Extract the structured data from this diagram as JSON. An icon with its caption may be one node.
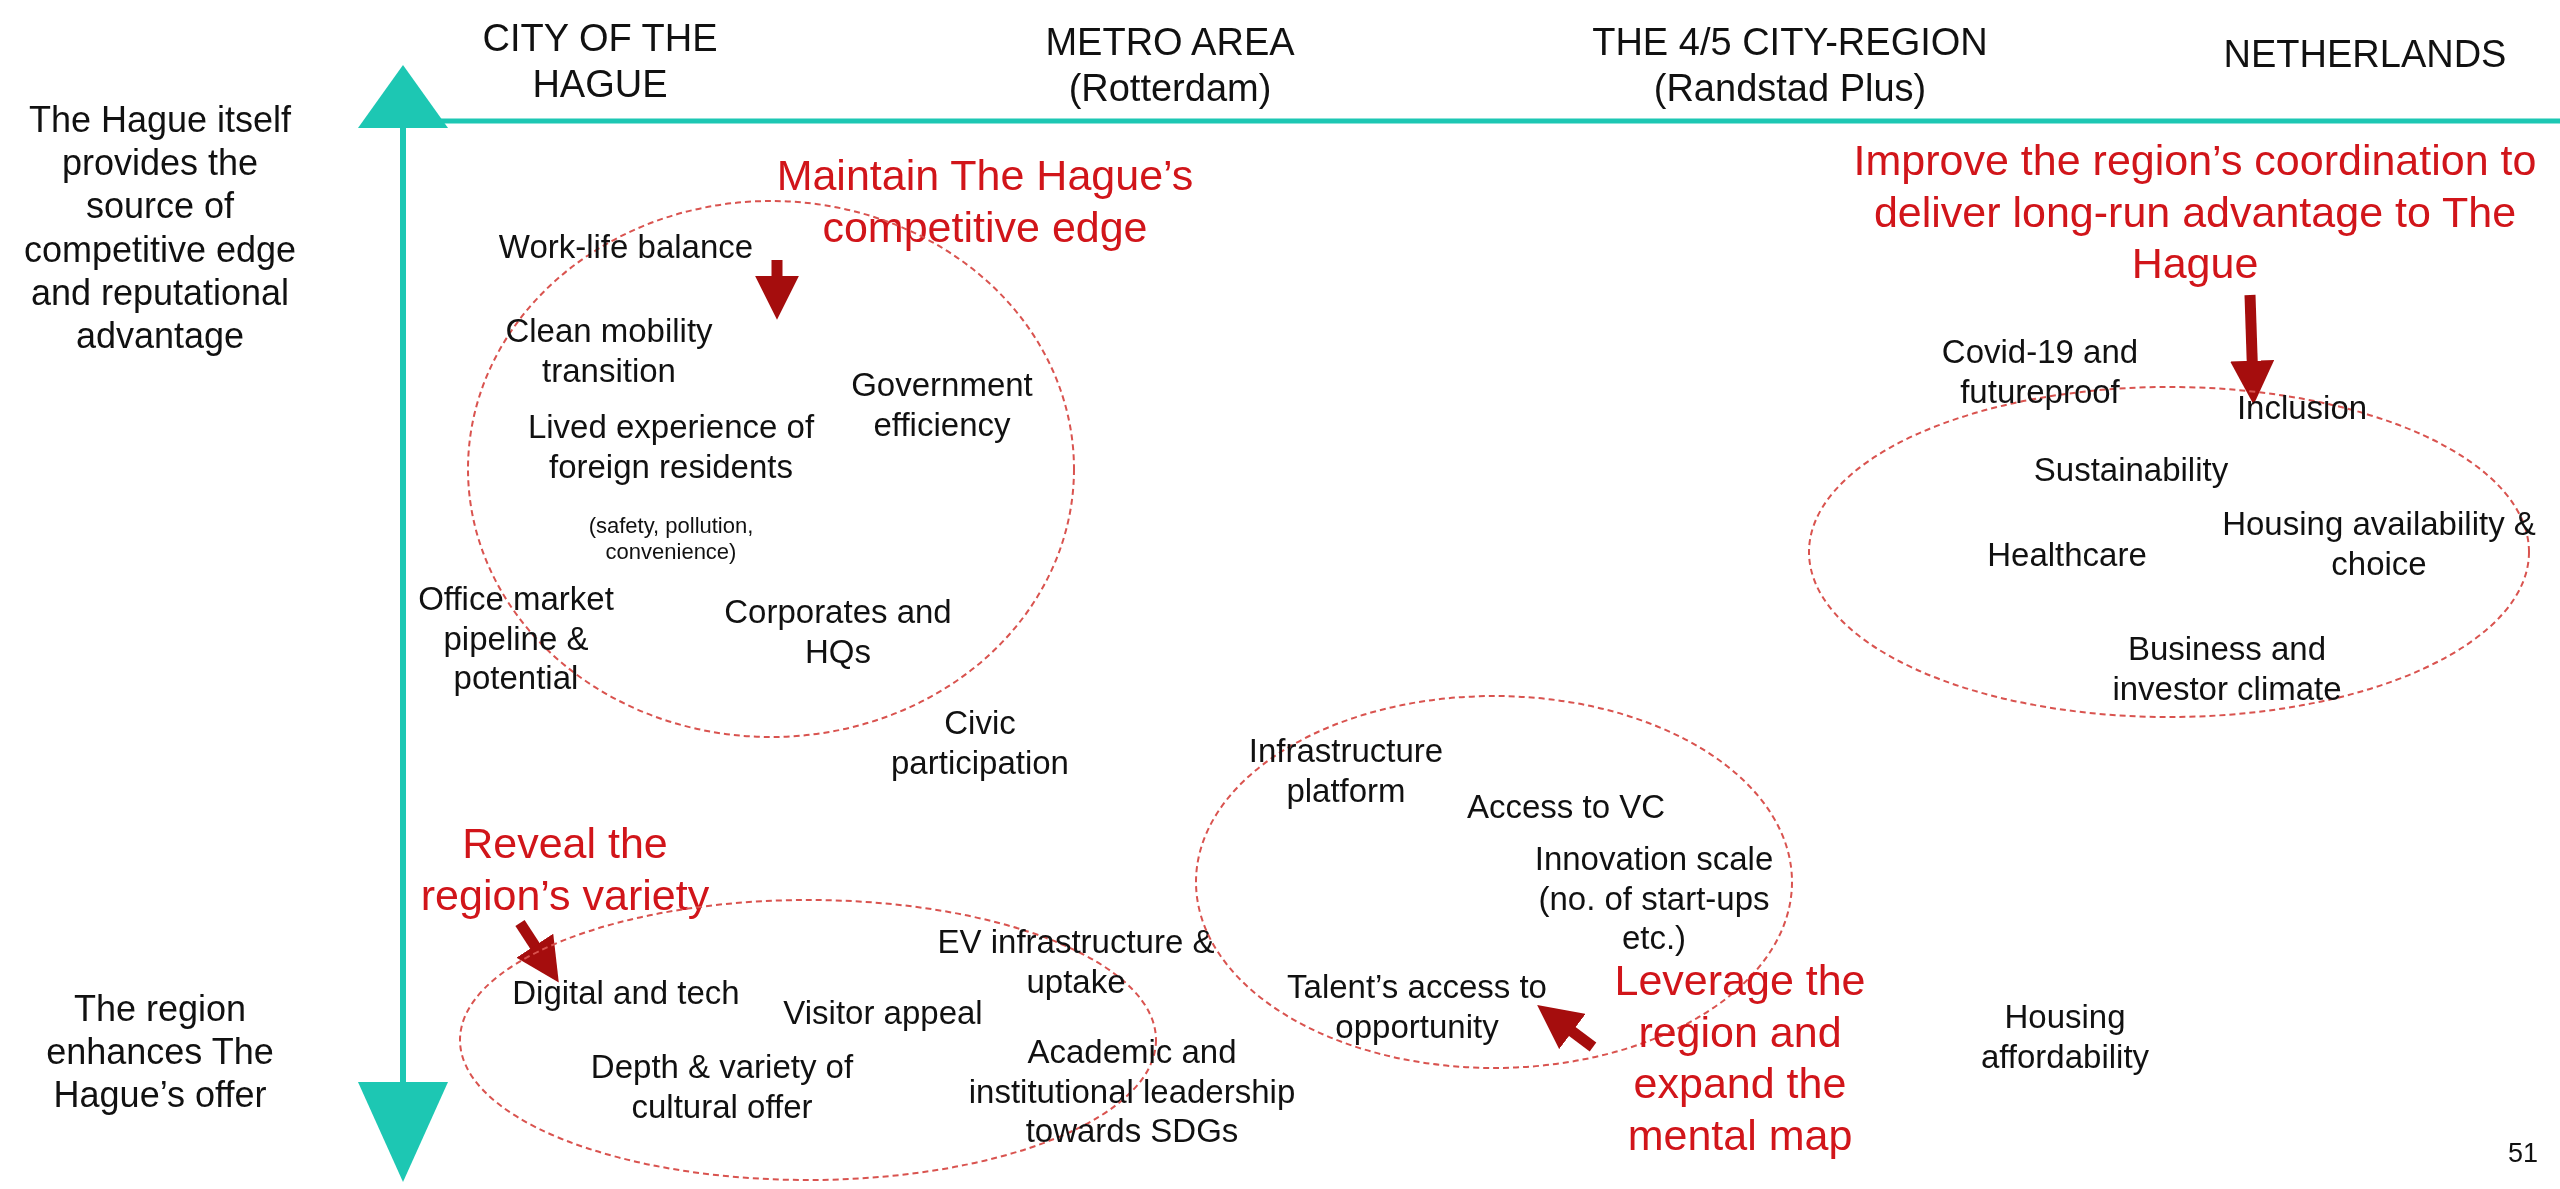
{
  "diagram": {
    "nodes": [
      {
        "text": [
          "Maintain The Hague’s competitive edge"
        ]
      },
      {
        "text": [
          "Work-life balance",
          "Clean mobility transition",
          "Government efficiency",
          "Lived experience of foreign residents",
          "(safety, pollution, convenience)",
          "Office market pipeline & potential",
          "Corporates and HQs"
        ]
      },
      {
        "text": [
          "Improve the region’s coordination to deliver long-run advantage to The Hague"
        ]
      },
      {
        "text": [
          "Covid-19 and futureproof",
          "Inclusion",
          "Sustainability",
          "Healthcare",
          "Housing availability & choice",
          "Business and investor climate"
        ]
      },
      {
        "text": [
          "Reveal the region’s variety"
        ]
      },
      {
        "text": [
          "Digital and tech",
          "Visitor appeal",
          "Depth & variety of cultural offer",
          "EV infrastructure & uptake",
          "Academic and institutional leadership towards SDGs"
        ]
      },
      {
        "text": [
          "Infrastructure platform",
          "Access to VC",
          "Innovation scale (no. of start-ups etc.)",
          "Talent’s access to opportunity"
        ]
      },
      {
        "text": [
          "Leverage the region and expand the mental map"
        ]
      }
    ],
    "edges": [
      {
        "from": 0,
        "to": 1,
        "arrow": "to"
      },
      {
        "from": 2,
        "to": 3,
        "arrow": "to"
      },
      {
        "from": 4,
        "to": 5,
        "arrow": "to"
      },
      {
        "from": 7,
        "to": 6,
        "arrow": "to"
      }
    ],
    "labels": [
      "CITY OF THE HAGUE",
      "METRO AREA (Rotterdam)",
      "THE 4/5 CITY-REGION (Randstad Plus)",
      "NETHERLANDS",
      "The Hague itself provides the source of competitive edge and reputational advantage",
      "Civic participation",
      "The region enhances The Hague’s offer",
      "Housing affordability",
      "51"
    ]
  }
}
